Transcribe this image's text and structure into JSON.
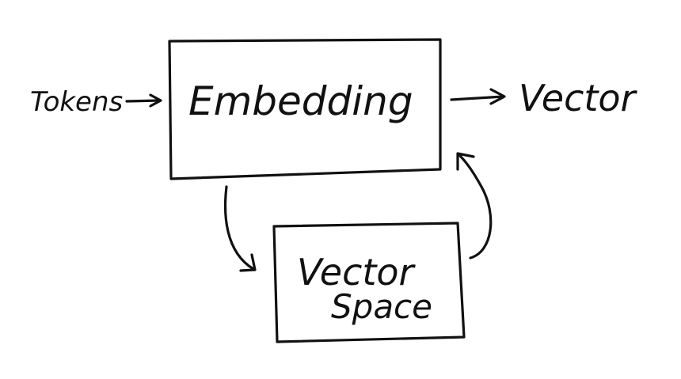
{
  "diagram": {
    "input_label": "Tokens",
    "embedding_label": "Embedding",
    "output_label": "Vector",
    "space_label_line1": "Vector",
    "space_label_line2": "Space",
    "colors": {
      "ink": "#111111",
      "background": "#ffffff"
    }
  }
}
